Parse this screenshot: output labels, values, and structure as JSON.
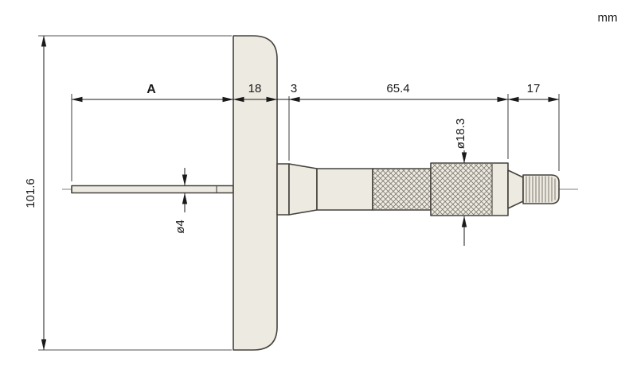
{
  "unit_label": "mm",
  "dimensions": {
    "rod_protrusion": "A",
    "base_height": "101.6",
    "base_thickness": "18",
    "stem_exposure": "3",
    "sleeve_length": "65.4",
    "ratchet_length": "17",
    "rod_diameter": "ø4",
    "thimble_diameter": "ø18.3"
  },
  "colors": {
    "background": "#ffffff",
    "body_fill": "#edeae1",
    "outline": "#45423c",
    "dim_color": "#1a1a1a",
    "knurl_line": "#6f6a62"
  }
}
